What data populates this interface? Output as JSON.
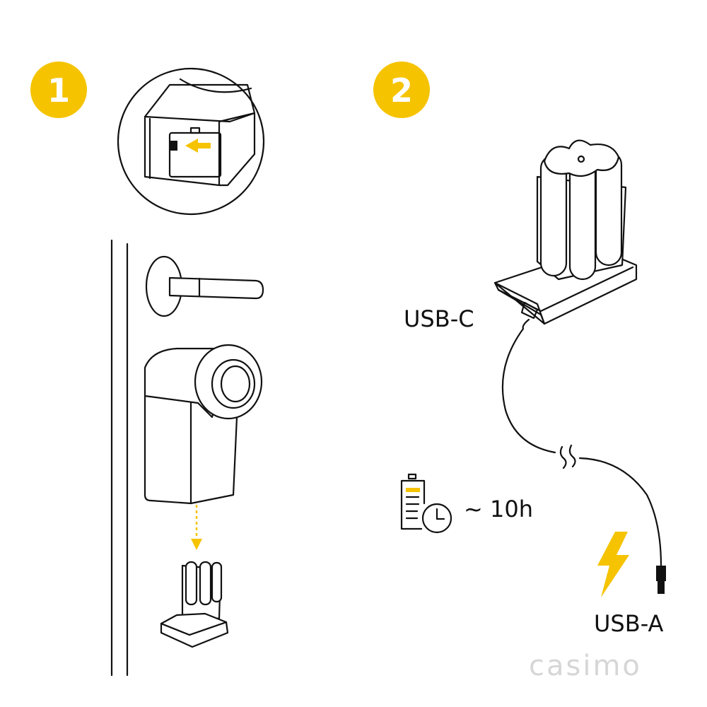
{
  "steps": [
    {
      "number": "1"
    },
    {
      "number": "2"
    }
  ],
  "labels": {
    "usb_c": "USB-C",
    "usb_a": "USB-A",
    "charge_time": "~ 10h"
  },
  "logo": {
    "text": "casimo"
  },
  "colors": {
    "accent": "#F5C300",
    "line": "#111111",
    "logo": "#d6d6d6"
  }
}
